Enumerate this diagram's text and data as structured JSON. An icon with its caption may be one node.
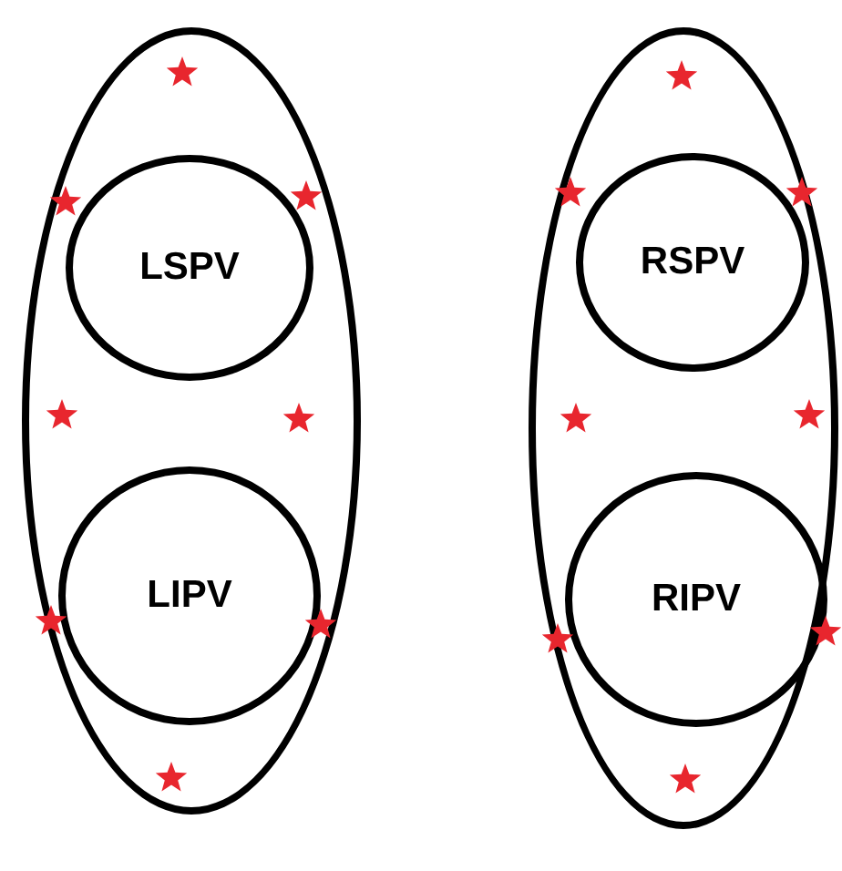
{
  "diagram": {
    "nodes": [
      {
        "text": [],
        "shape": "ellipse"
      },
      {
        "text": [
          "LSPV"
        ],
        "in": 0
      },
      {
        "text": [
          "LIPV"
        ],
        "in": 0
      },
      {
        "text": [],
        "shape": "ellipse"
      },
      {
        "text": [
          "RSPV"
        ],
        "in": 3
      },
      {
        "text": [
          "RIPV"
        ],
        "in": 3
      }
    ]
  }
}
